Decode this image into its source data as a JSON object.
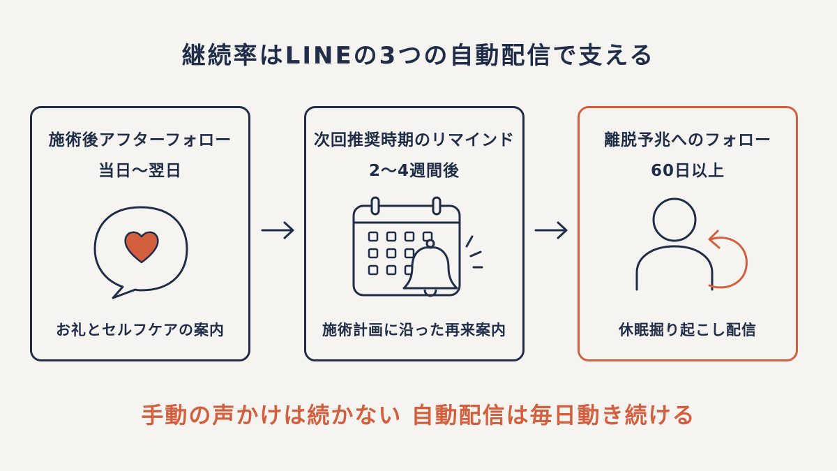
{
  "title": "継続率はLINEの3つの自動配信で支える",
  "colors": {
    "navy": "#1f2d48",
    "accent": "#d2603f",
    "background": "#f5f4f0"
  },
  "cards": [
    {
      "title": "施術後アフターフォロー",
      "timing": "当日〜翌日",
      "icon": "heart-speech-bubble-icon",
      "caption": "お礼とセルフケアの案内"
    },
    {
      "title": "次回推奨時期のリマインド",
      "timing": "2〜4週間後",
      "icon": "calendar-bell-icon",
      "caption": "施術計画に沿った再来案内"
    },
    {
      "title": "離脱予兆へのフォロー",
      "timing": "60日以上",
      "icon": "person-return-icon",
      "caption": "休眠掘り起こし配信"
    }
  ],
  "bottom_message": "手動の声かけは続かない 自動配信は毎日動き続ける"
}
